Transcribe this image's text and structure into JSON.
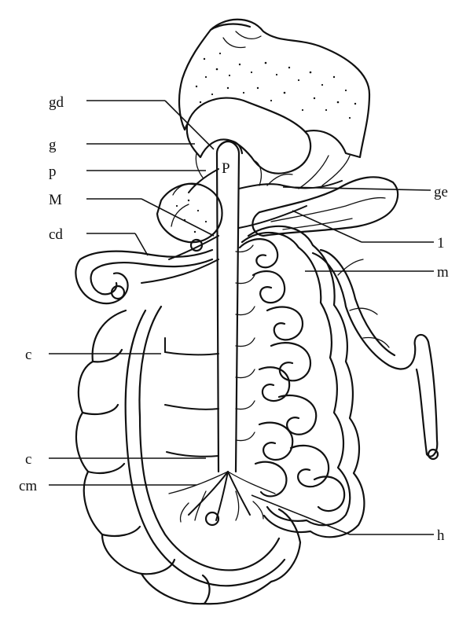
{
  "labels": {
    "gd": "gd",
    "g": "g",
    "p": "p",
    "M": "M",
    "cd": "cd",
    "c_upper": "c",
    "c_lower": "c",
    "cm": "cm",
    "ge": "ge",
    "l": "1",
    "m": "m",
    "h": "h",
    "P_inner": "P"
  }
}
